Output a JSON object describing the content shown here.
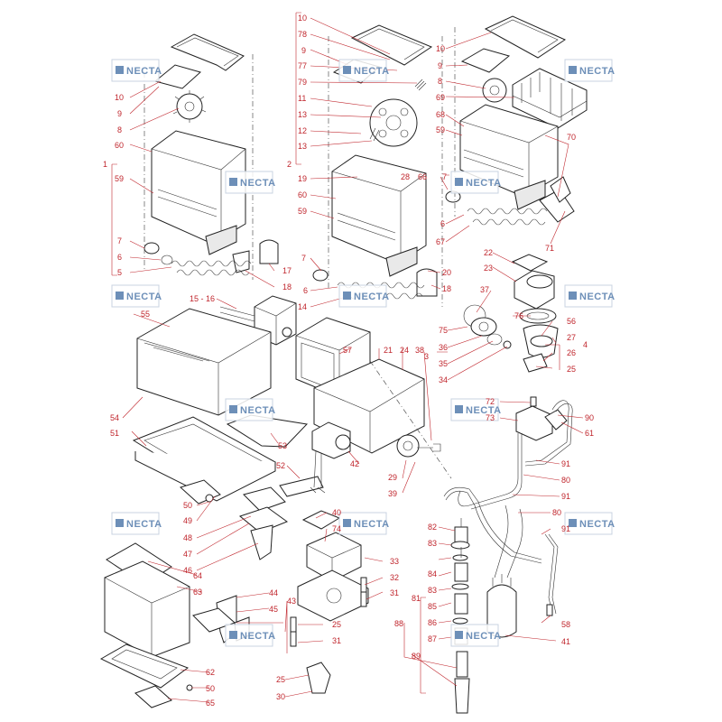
{
  "watermark": {
    "text": "NECTA"
  },
  "colors": {
    "label": "#c0262d",
    "line": "#222222",
    "watermark": "#6d8fb8"
  },
  "labels": {
    "l1": "1",
    "l2": "2",
    "l3": "3",
    "l4": "4",
    "l5": "5",
    "l6": "6",
    "l7": "7",
    "l8": "8",
    "l9": "9",
    "l10": "10",
    "l11": "11",
    "l12": "12",
    "l13": "13",
    "l14": "14",
    "l15_16": "15 - 16",
    "l17": "17",
    "l18": "18",
    "l19": "19",
    "l20": "20",
    "l21": "21",
    "l22": "22",
    "l23": "23",
    "l24": "24",
    "l25": "25",
    "l26": "26",
    "l27": "27",
    "l28": "28",
    "l29": "29",
    "l30": "30",
    "l31": "31",
    "l32": "32",
    "l33": "33",
    "l34": "34",
    "l35": "35",
    "l36": "36",
    "l37": "37",
    "l38": "38",
    "l39": "39",
    "l40": "40",
    "l41": "41",
    "l42": "42",
    "l43": "43",
    "l44": "44",
    "l45": "45",
    "l46": "46",
    "l47": "47",
    "l48": "48",
    "l49": "49",
    "l50": "50",
    "l51": "51",
    "l52": "52",
    "l53": "53",
    "l54": "54",
    "l55": "55",
    "l56": "56",
    "l57": "57",
    "l58": "58",
    "l59": "59",
    "l60": "60",
    "l61": "61",
    "l62": "62",
    "l63": "63",
    "l64": "64",
    "l65": "65",
    "l66": "66",
    "l67": "67",
    "l68": "68",
    "l69": "69",
    "l70": "70",
    "l71": "71",
    "l72": "72",
    "l73": "73",
    "l74": "74",
    "l75": "75",
    "l76": "76",
    "l77": "77",
    "l78": "78",
    "l79": "79",
    "l80": "80",
    "l81": "81",
    "l82": "82",
    "l83": "83",
    "l84": "84",
    "l85": "85",
    "l86": "86",
    "l87": "87",
    "l88": "88",
    "l89": "89",
    "l90": "90",
    "l91": "91"
  }
}
